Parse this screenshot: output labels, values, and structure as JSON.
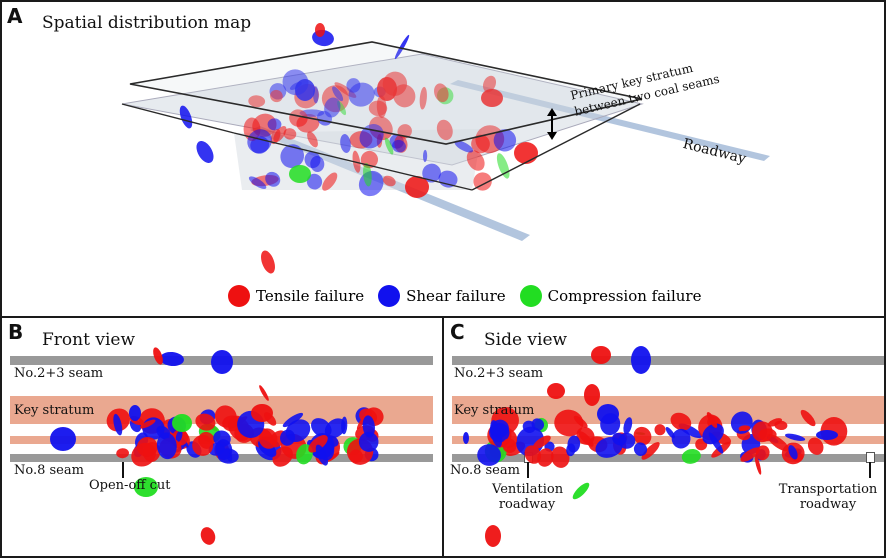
{
  "colors": {
    "tensile": "#ee1111",
    "shear": "#1111ee",
    "compression": "#22dd22",
    "seam": "#999999",
    "key_stratum": "#eaa890",
    "roadway": "#9fb6d6"
  },
  "panel_a": {
    "letter": "A",
    "title": "Spatial distribution map",
    "stratum_label_line1": "Primary key stratum",
    "stratum_label_line2": "between two coal seams",
    "roadway_label": "Roadway"
  },
  "legend": {
    "tensile": "Tensile failure",
    "shear": "Shear failure",
    "compression": "Compression failure"
  },
  "panel_b": {
    "letter": "B",
    "title": "Front view",
    "upper_seam": "No.2+3 seam",
    "key_stratum": "Key stratum",
    "lower_seam": "No.8 seam",
    "open_off_cut": "Open-off cut"
  },
  "panel_c": {
    "letter": "C",
    "title": "Side view",
    "upper_seam": "No.2+3 seam",
    "key_stratum": "Key stratum",
    "lower_seam": "No.8 seam",
    "ventilation_line1": "Ventilation",
    "ventilation_line2": "roadway",
    "transport_line1": "Transportation",
    "transport_line2": "roadway"
  }
}
